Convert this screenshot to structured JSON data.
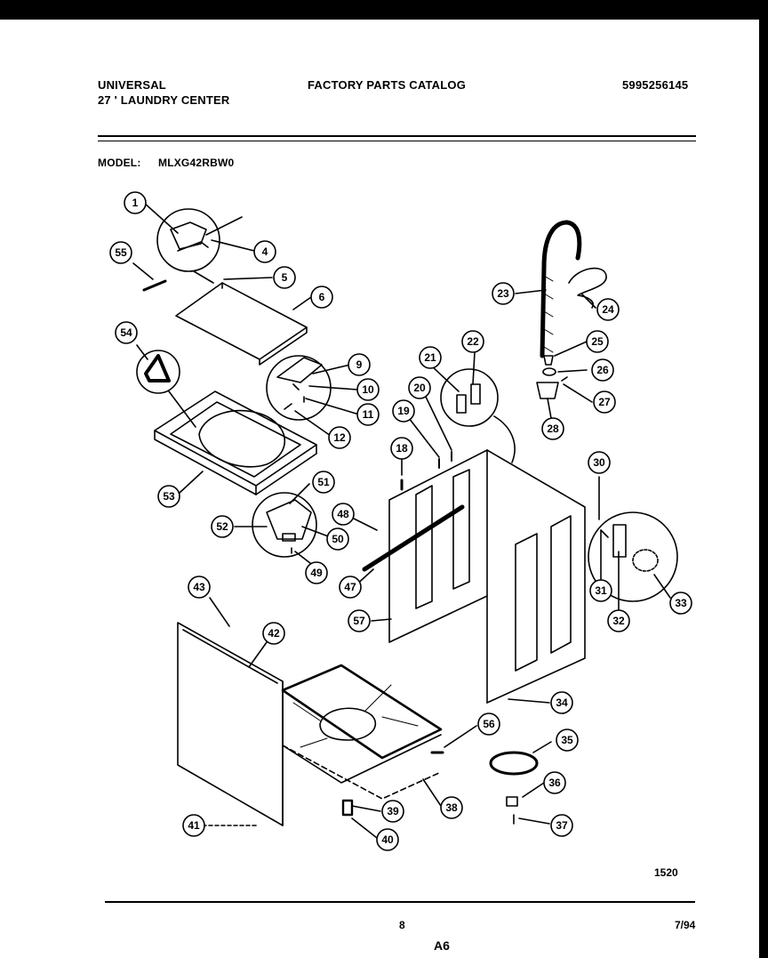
{
  "header": {
    "brand": "UNIVERSAL",
    "product": "27 ' LAUNDRY CENTER",
    "catalog_title": "FACTORY PARTS CATALOG",
    "catalog_number": "5995256145",
    "model_label": "MODEL:",
    "model_number": "MLXG42RBW0"
  },
  "footer": {
    "diagram_code": "1520",
    "page_number": "8",
    "date": "7/94",
    "section": "A6"
  },
  "callouts": [
    "1",
    "4",
    "5",
    "6",
    "9",
    "10",
    "11",
    "12",
    "18",
    "19",
    "20",
    "21",
    "22",
    "23",
    "24",
    "25",
    "26",
    "27",
    "28",
    "30",
    "31",
    "32",
    "33",
    "34",
    "35",
    "36",
    "37",
    "38",
    "39",
    "40",
    "41",
    "42",
    "43",
    "47",
    "48",
    "49",
    "50",
    "51",
    "52",
    "53",
    "54",
    "55",
    "56",
    "57"
  ]
}
